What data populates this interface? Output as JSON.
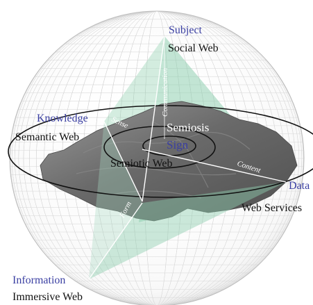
{
  "poles": {
    "subject": "Subject",
    "knowledge": "Knowledge",
    "data": "Data",
    "information": "Information"
  },
  "webs": {
    "social": "Social Web",
    "semantic": "Semantic Web",
    "services": "Web Services",
    "immersive": "Immersive Web",
    "semiotic": "Semiotic Web"
  },
  "axes": {
    "communication": "Communication",
    "sense": "Sense",
    "content": "Content",
    "form": "Form"
  },
  "core": {
    "semiosis": "Semiosis",
    "sign": "Sign"
  },
  "colors": {
    "pole_text": "#3a3fa2",
    "plane_green": "#8fcfb0",
    "terrain": "#6f6f6f",
    "grid": "#c8c8c8"
  }
}
